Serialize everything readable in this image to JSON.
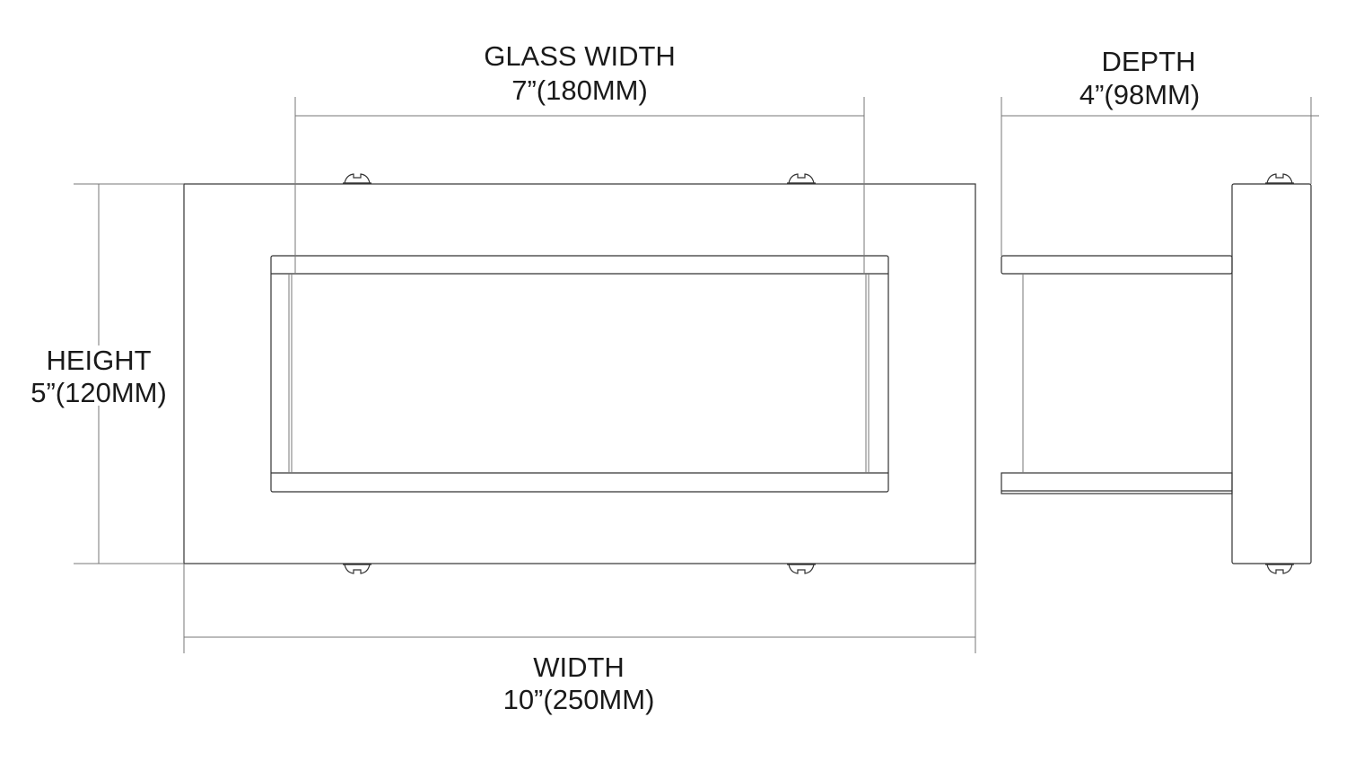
{
  "front_view": {
    "glass_width": {
      "label": "GLASS WIDTH",
      "value": "7”(180MM)"
    },
    "height": {
      "label": "HEIGHT",
      "value": "5”(120MM)"
    },
    "width": {
      "label": "WIDTH",
      "value": "10”(250MM)"
    }
  },
  "side_view": {
    "depth": {
      "label": "DEPTH",
      "value": "4”(98MM)"
    }
  },
  "colors": {
    "line": "#333333",
    "background": "#ffffff"
  }
}
